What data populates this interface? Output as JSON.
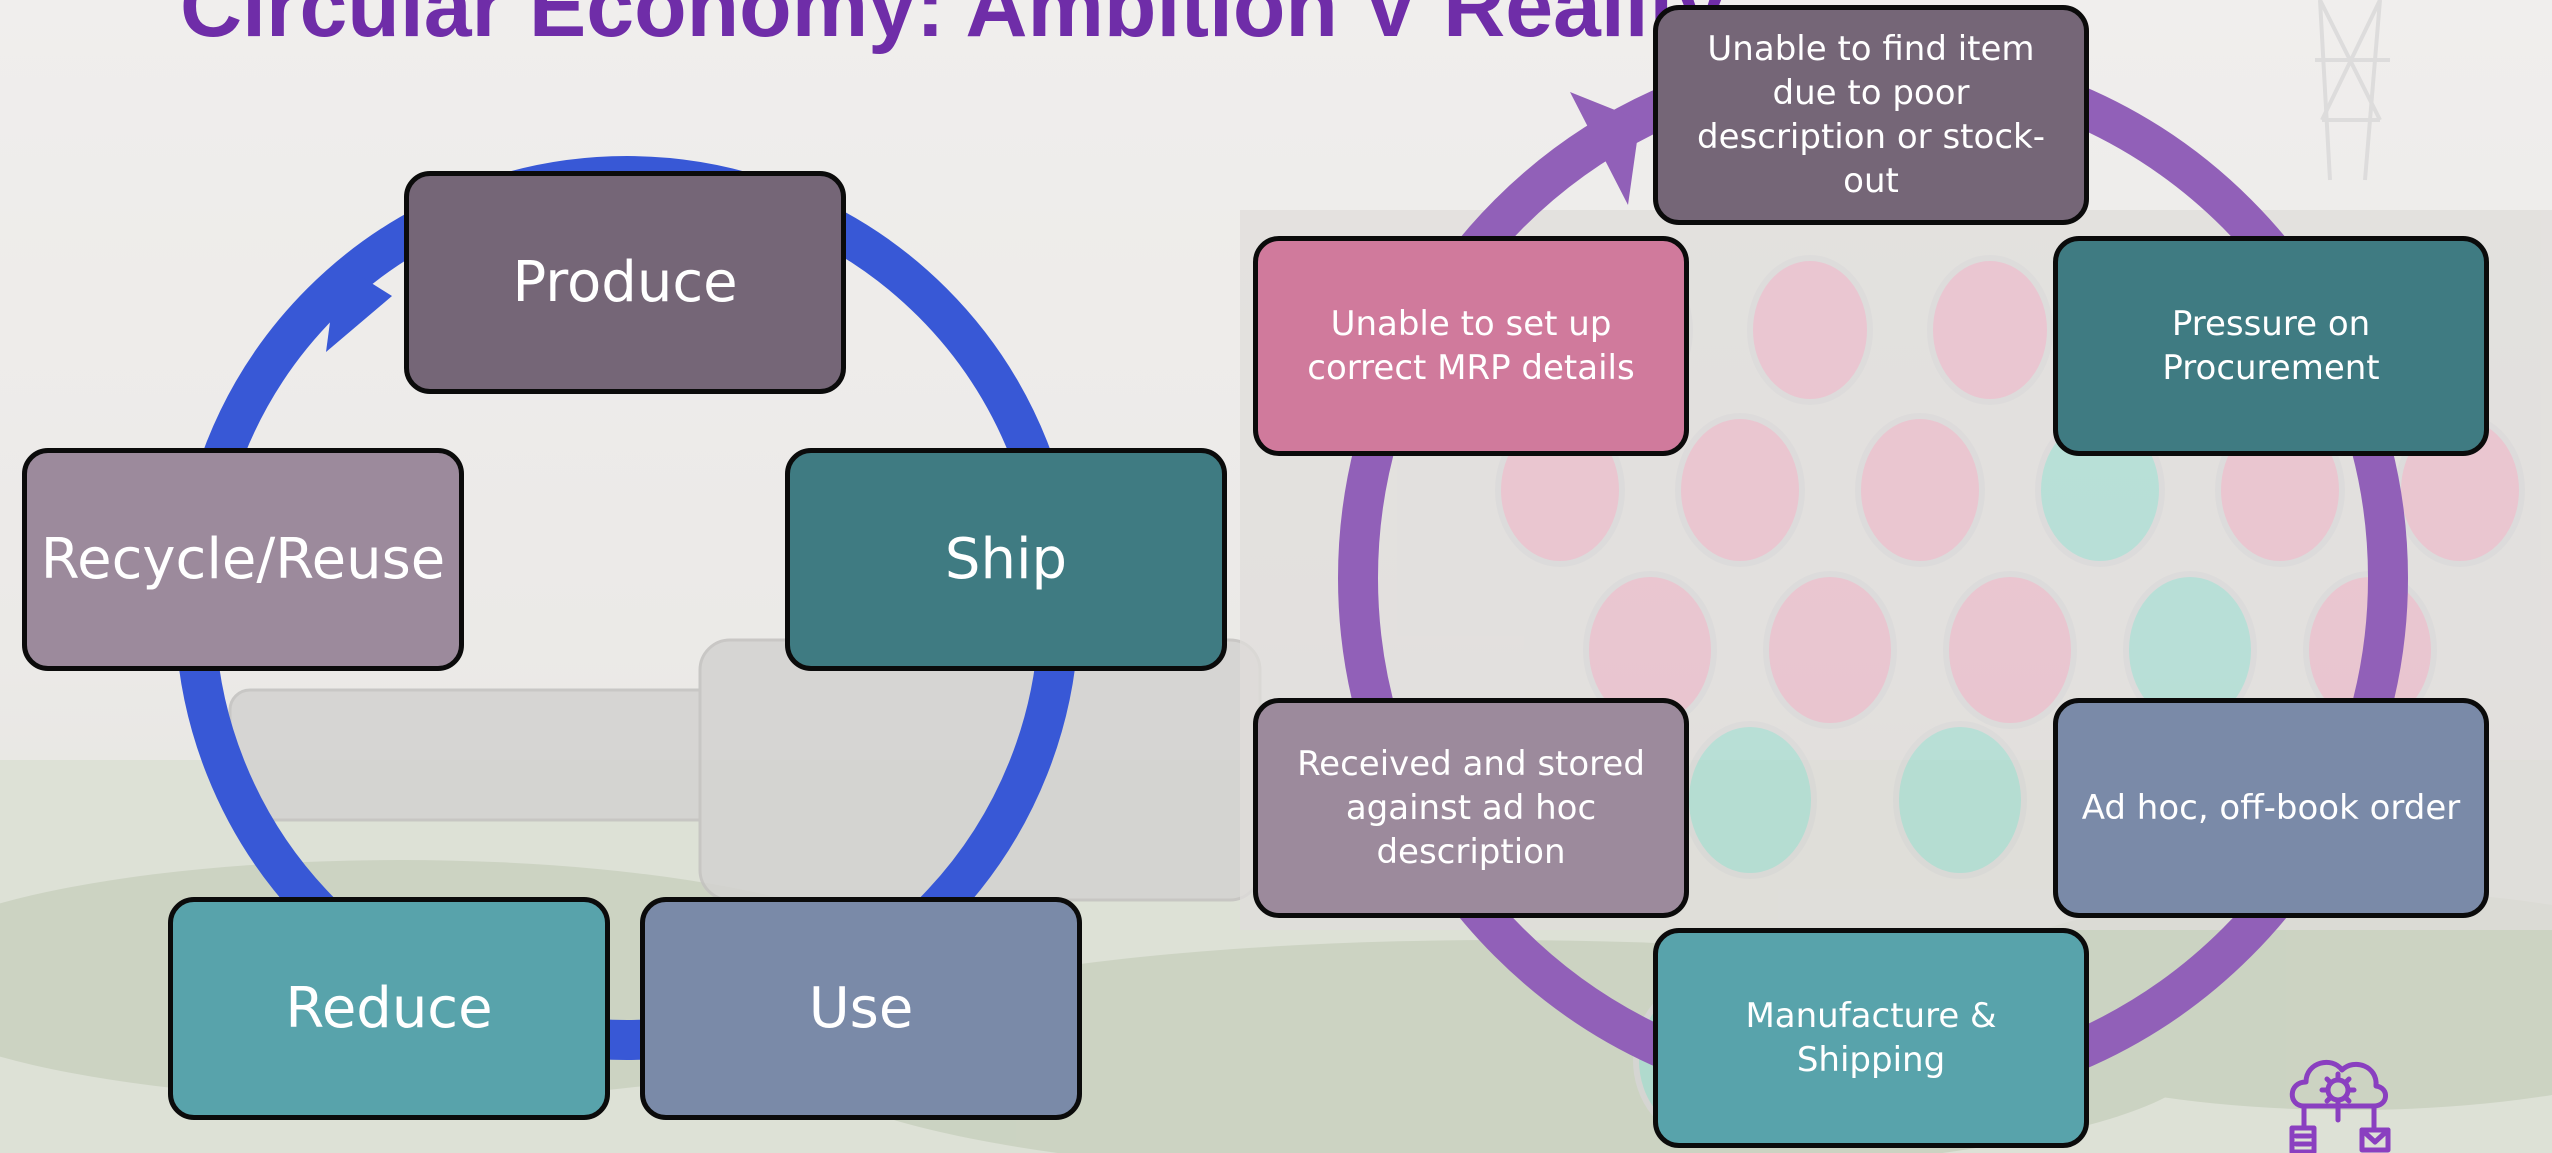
{
  "title": "Circular Economy: Ambition V Reality",
  "colors": {
    "title": "#6f2da8",
    "left_ring": "#3858d6",
    "right_ring": "#9160b8",
    "dark_mauve": "#756677",
    "light_mauve": "#9c8a9c",
    "dark_teal": "#3f7b82",
    "light_teal": "#58a3ab",
    "slate": "#7a8aa8",
    "pink": "#d07a9c"
  },
  "left_cycle": {
    "produce": "Produce",
    "ship": "Ship",
    "use": "Use",
    "reduce": "Reduce",
    "recycle": "Recycle/Reuse"
  },
  "right_cycle": {
    "unable_find": "Unable to find item due to poor description or stock-out",
    "pressure": "Pressure on Procurement",
    "adhoc_order": "Ad hoc, off-book order",
    "manufacture": "Manufacture & Shipping",
    "received": "Received and stored against ad hoc description",
    "mrp": "Unable to set up correct MRP details"
  },
  "icons": {
    "logo": "cloud-gear-network-icon"
  }
}
